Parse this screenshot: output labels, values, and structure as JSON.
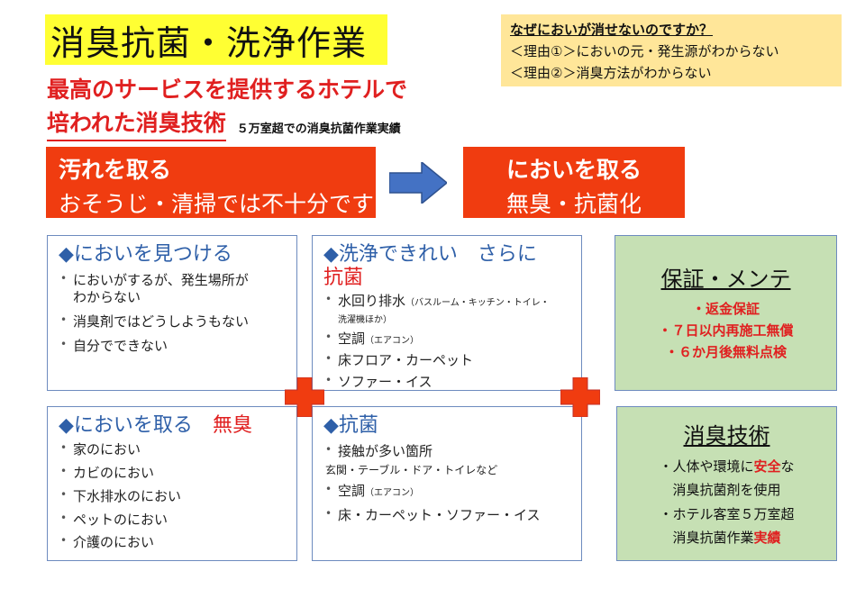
{
  "header": {
    "title": "消臭抗菌・洗浄作業",
    "subtitle_line1": "最高のサービスを提供するホテルで",
    "subtitle_line2": "培われた消臭技術",
    "subtitle_note": "５万室超での消臭抗菌作業実績"
  },
  "question": {
    "title": "なぜにおいが消せないのですか？",
    "reasons": [
      "＜理由①＞においの元・発生源がわからない",
      "＜理由②＞消臭方法がわからない"
    ]
  },
  "banners": {
    "left": {
      "head": "汚れを取る",
      "sub": "おそうじ・清掃では不十分です"
    },
    "right": {
      "head": "においを取る",
      "sub": "無臭・抗菌化"
    }
  },
  "box_find": {
    "head": "◆においを見つける",
    "items": [
      "においがするが、発生場所が",
      "わからない",
      "消臭剤ではどうしようもない",
      "自分でできない"
    ]
  },
  "box_clean": {
    "head": "◆洗浄できれい　さらに",
    "head2": "抗菌",
    "items": [
      "水回り排水",
      "（バスルーム・キッチン・トイレ・",
      "洗濯機ほか）",
      "空調",
      "（エアコン）",
      "床フロア・カーペット",
      "ソファー・イス"
    ]
  },
  "box_remove": {
    "head": "◆においを取る",
    "head_red": "無臭",
    "items": [
      "家のにおい",
      "カビのにおい",
      "下水排水のにおい",
      "ペットのにおい",
      "介護のにおい"
    ]
  },
  "box_antibac": {
    "head": "◆抗菌",
    "items": [
      "接触が多い箇所",
      "玄関・テーブル・ドア・トイレなど",
      "空調",
      "（エアコン）",
      "床・カーペット・ソファー・イス"
    ]
  },
  "box_guarantee": {
    "head": "保証・メンテ",
    "lines": [
      "・返金保証",
      "・７日以内再施工無償",
      "・６か月後無料点検"
    ]
  },
  "box_tech": {
    "head": "消臭技術",
    "line1a": "・人体や環境に",
    "line1b": "安全",
    "line1c": "な",
    "line2": "消臭抗菌剤を使用",
    "line3": "・ホテル客室５万室超",
    "line4a": "消臭抗菌作業",
    "line4b": "実績"
  },
  "colors": {
    "accent_red": "#f03c10",
    "title_yellow": "#ffff33",
    "question_bg": "#ffe699",
    "green_bg": "#c6e0b4",
    "blue_text": "#2e5fa8",
    "arrow_blue": "#4472c4"
  },
  "icons": {
    "arrow": "right-arrow-icon",
    "plus": "red-cross-icon"
  }
}
